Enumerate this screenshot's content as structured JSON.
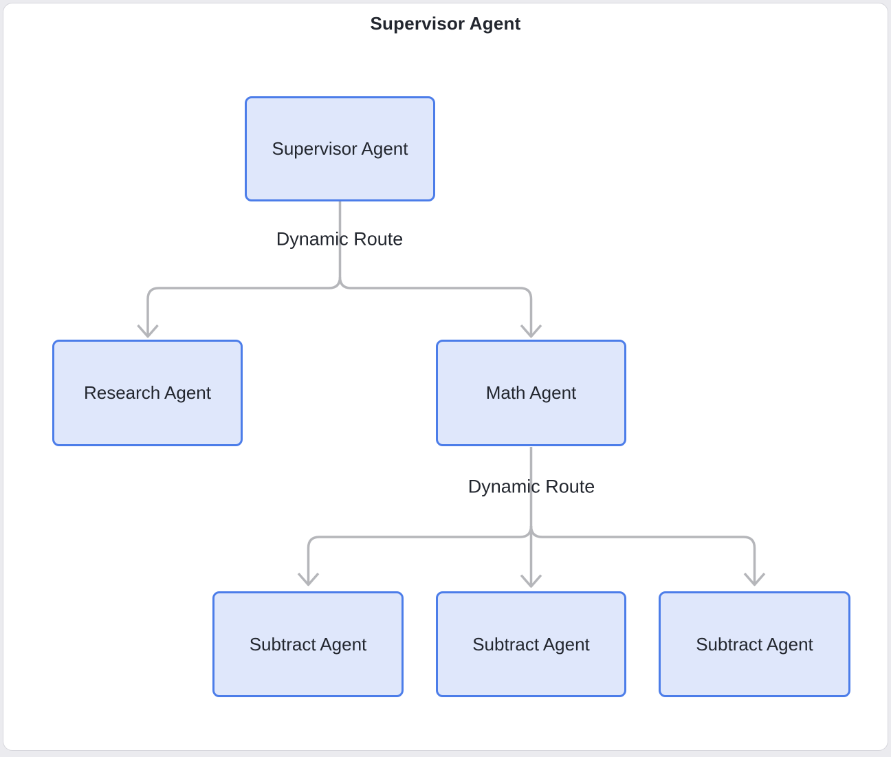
{
  "title": "Supervisor Agent",
  "diagram": {
    "nodes": [
      {
        "id": "supervisor",
        "label": "Supervisor Agent"
      },
      {
        "id": "research",
        "label": "Research Agent"
      },
      {
        "id": "math",
        "label": "Math Agent"
      },
      {
        "id": "subtract1",
        "label": "Subtract Agent"
      },
      {
        "id": "subtract2",
        "label": "Subtract Agent"
      },
      {
        "id": "subtract3",
        "label": "Subtract Agent"
      }
    ],
    "edges": [
      {
        "id": "route1",
        "from": "supervisor",
        "to": [
          "research",
          "math"
        ],
        "label": "Dynamic Route"
      },
      {
        "id": "route2",
        "from": "math",
        "to": [
          "subtract1",
          "subtract2",
          "subtract3"
        ],
        "label": "Dynamic Route"
      }
    ],
    "colors": {
      "node_fill": "#dfe7fb",
      "node_border": "#4c7de9",
      "connector": "#b5b6ba",
      "text": "#22262e",
      "container_border": "#d6d6dc",
      "container_bg": "#ffffff",
      "page_bg": "#ebebef"
    }
  }
}
